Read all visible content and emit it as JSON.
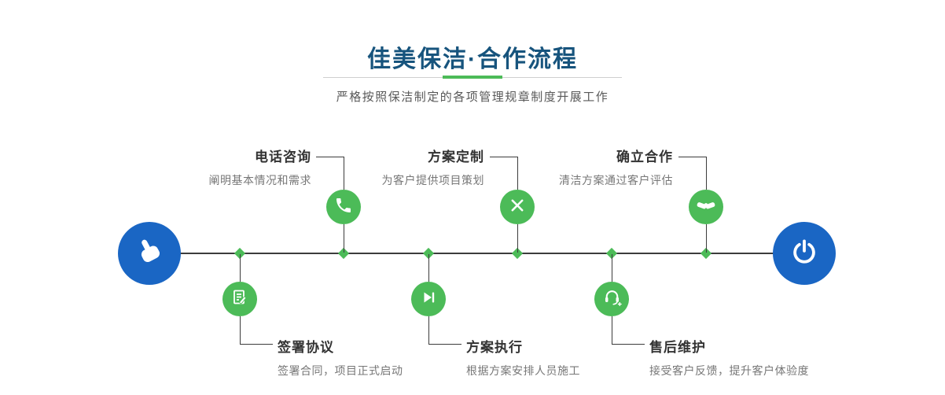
{
  "header": {
    "title": "佳美保洁·合作流程",
    "subtitle": "严格按照保洁制定的各项管理规章制度开展工作"
  },
  "steps_top": [
    {
      "label": "电话咨询",
      "desc": "阐明基本情况和需求",
      "icon": "phone-icon"
    },
    {
      "label": "方案定制",
      "desc": "为客户提供项目策划",
      "icon": "pencil-cross-icon"
    },
    {
      "label": "确立合作",
      "desc": "清洁方案通过客户评估",
      "icon": "handshake-icon"
    }
  ],
  "steps_bottom": [
    {
      "label": "签署协议",
      "desc": "签署合同，项目正式启动",
      "icon": "contract-icon"
    },
    {
      "label": "方案执行",
      "desc": "根据方案安排人员施工",
      "icon": "play-icon"
    },
    {
      "label": "售后维护",
      "desc": "接受客户反馈，提升客户体验度",
      "icon": "headset-icon"
    }
  ],
  "terminals": {
    "start_icon": "pointing-hand-icon",
    "end_icon": "power-icon"
  },
  "colors": {
    "green": "#4cbb58",
    "blue": "#1a66c4",
    "title_blue": "#17547d",
    "line": "#3c3c3c",
    "label_text": "#333333",
    "desc_text": "#777777"
  }
}
